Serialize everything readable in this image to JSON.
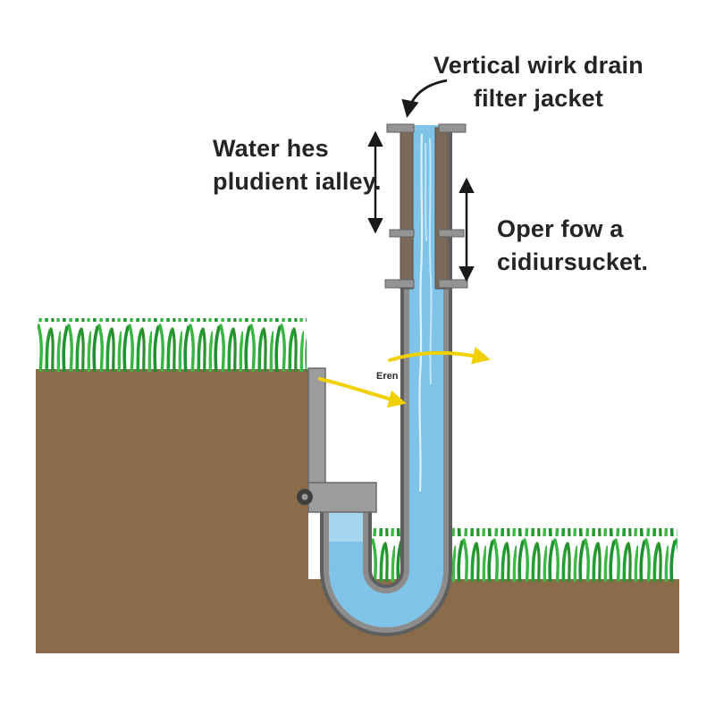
{
  "labels": {
    "filter_jacket": {
      "line1": "Vertical wirk drain",
      "line2": "filter jacket"
    },
    "water_head": {
      "line1": "Water hes",
      "line2": "pludient ialley."
    },
    "outflow": {
      "line1": "Oper fow a",
      "line2": "cidiursucket."
    },
    "flow_small": "Eren"
  },
  "colors": {
    "soil": "#8a6b4a",
    "grass_green": "#2fa83a",
    "water_blue": "#7fc3e8",
    "water_light_blue": "#a8d8ee",
    "pipe_gray": "#8c8c8c",
    "pipe_edge": "#5e5e5e",
    "filter_jacket_brown": "#7b6a59",
    "flow_arrow_yellow": "#f0d000",
    "text_color": "#242424"
  }
}
